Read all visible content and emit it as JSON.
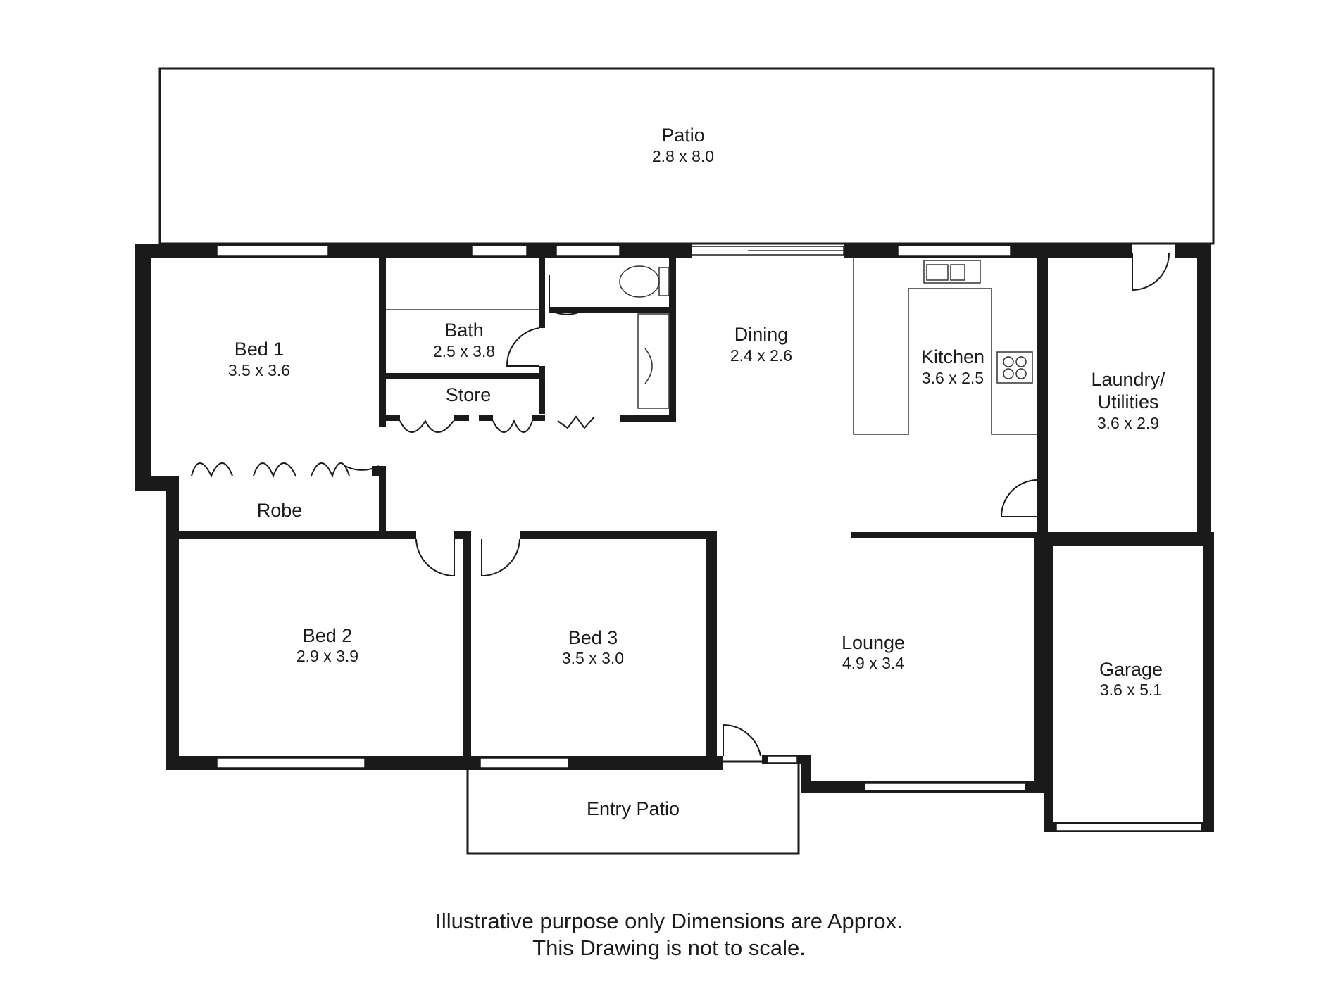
{
  "rooms": {
    "patio": {
      "name": "Patio",
      "dims": "2.8 x 8.0"
    },
    "bed1": {
      "name": "Bed 1",
      "dims": "3.5 x 3.6"
    },
    "bath": {
      "name": "Bath",
      "dims": "2.5 x 3.8"
    },
    "store": {
      "name": "Store"
    },
    "dining": {
      "name": "Dining",
      "dims": "2.4 x 2.6"
    },
    "kitchen": {
      "name": "Kitchen",
      "dims": "3.6 x 2.5"
    },
    "laundry": {
      "name_line1": "Laundry/",
      "name_line2": "Utilities",
      "dims": "3.6 x 2.9"
    },
    "robe": {
      "name": "Robe"
    },
    "bed2": {
      "name": "Bed 2",
      "dims": "2.9 x 3.9"
    },
    "bed3": {
      "name": "Bed 3",
      "dims": "3.5 x 3.0"
    },
    "lounge": {
      "name": "Lounge",
      "dims": "4.9 x 3.4"
    },
    "garage": {
      "name": "Garage",
      "dims": "3.6 x 5.1"
    },
    "entry_patio": {
      "name": "Entry Patio"
    }
  },
  "disclaimer": {
    "line1": "Illustrative purpose only Dimensions are Approx.",
    "line2": "This Drawing is not to scale."
  },
  "colors": {
    "wall": "#1a1a1a",
    "background": "#ffffff"
  }
}
